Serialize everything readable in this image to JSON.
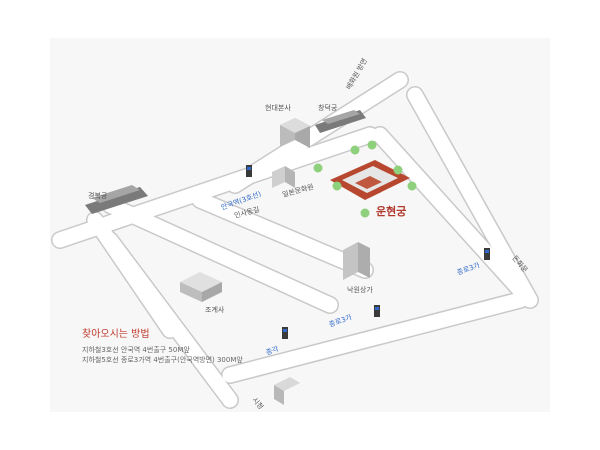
{
  "map": {
    "main_place": "운현궁",
    "buildings": {
      "hyundai": "현대본사",
      "changdeok": "창덕궁",
      "gyeongbok": "경복궁",
      "ilbon": "일본문화원",
      "nakwon": "낙원상가",
      "jogye": "조계사",
      "sicheong": "시청"
    },
    "roads": {
      "insadong": "인사동길",
      "donhwamun": "돈화문",
      "changgyeong": "배화원 방면"
    },
    "stations": {
      "anguk": "안국역(3호선)",
      "jongno3_a": "종로3가",
      "jongno3_b": "종로3가",
      "jonggak": "종각"
    },
    "directions": {
      "heading": "찾아오시는 방법",
      "line1": "지하철3호선 안국역 4번출구 50M앞",
      "line2": "지하철5호선 종로3가역 4번출구(안국역방면) 300M앞"
    },
    "colors": {
      "road": "#f3f3f3",
      "road_edge": "#bfbfbf",
      "palace_roof": "#c0573f",
      "tree": "#8fd07d",
      "accent_red": "#c0392b",
      "station_blue": "#2f69c9"
    }
  }
}
